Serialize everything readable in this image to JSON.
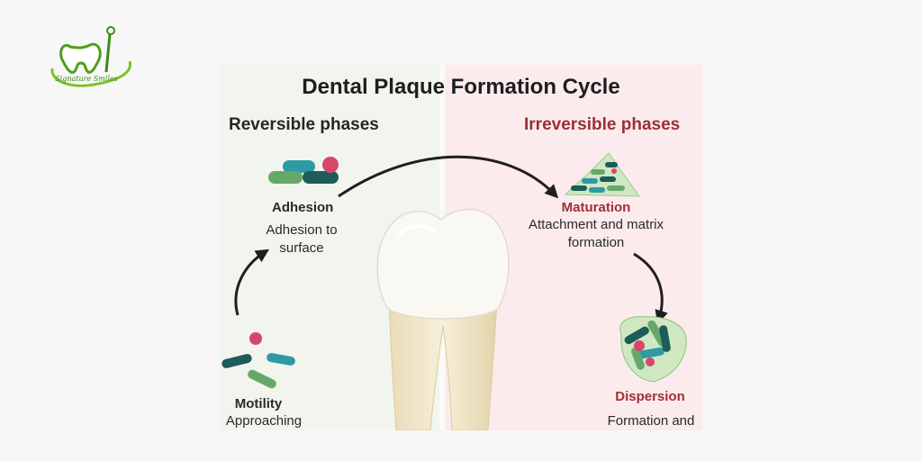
{
  "logo": {
    "text": "Signature Smiles",
    "icons": [
      "tooth-logo-icon",
      "dental-mirror-icon"
    ],
    "colors": {
      "green": "#7ec322",
      "dark_green": "#3f8a17"
    }
  },
  "diagram": {
    "title": "Dental Plaque Formation Cycle",
    "reversible_heading": "Reversible phases",
    "irreversible_heading": "Irreversible phases",
    "stages": {
      "adhesion": {
        "name": "Adhesion",
        "desc_line1": "Adhesion to",
        "desc_line2": "surface"
      },
      "maturation": {
        "name": "Maturation",
        "desc_line1": "Attachment and matrix",
        "desc_line2": "formation"
      },
      "motility": {
        "name": "Motility",
        "desc_line1": "Approaching"
      },
      "dispersion": {
        "name": "Dispersion",
        "desc_line1": "Formation and"
      }
    },
    "icons": [
      "bacteria-cluster-icon",
      "tooth-illustration",
      "cycle-arrow-icon",
      "biofilm-mass-icon",
      "bacteria-colony-icon"
    ],
    "colors": {
      "reversible_bg": "#f2f5ee",
      "irreversible_bg": "#fcebec",
      "accent_red": "#a12f36",
      "teal": "#2d9aa6",
      "dark_teal": "#1c5c5a",
      "green": "#67a86a",
      "pink": "#d8466a"
    }
  }
}
